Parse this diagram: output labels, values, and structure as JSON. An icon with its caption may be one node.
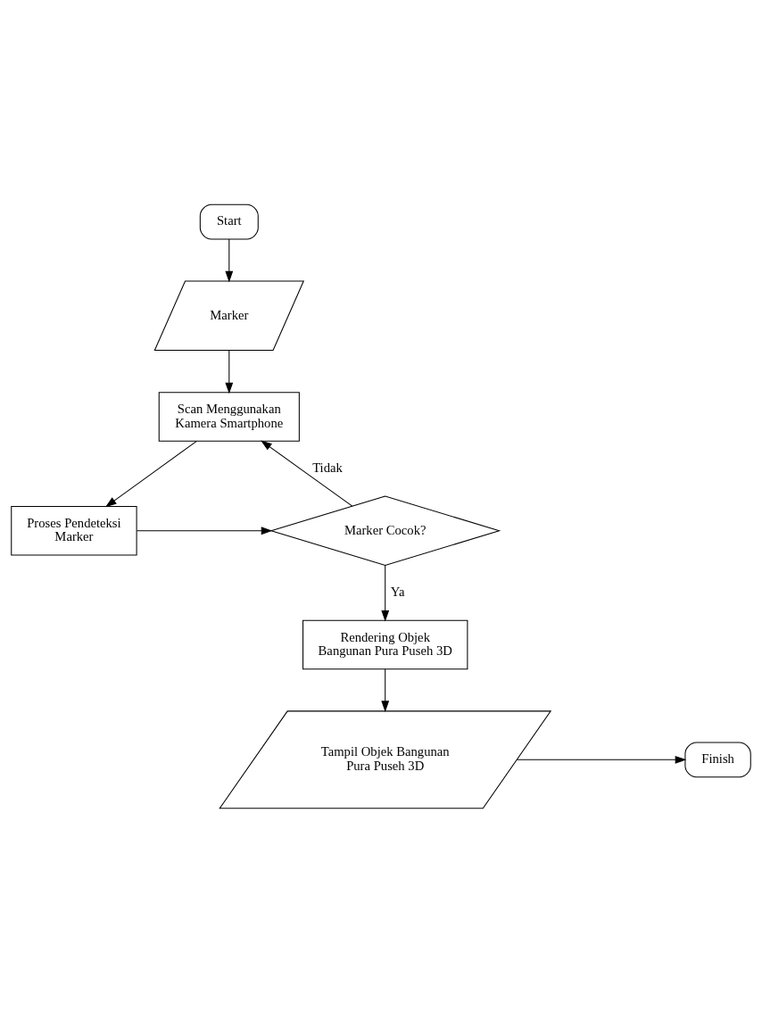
{
  "diagram": {
    "nodes": [
      {
        "text": [
          "Start"
        ]
      },
      {
        "text": [
          "Marker"
        ]
      },
      {
        "text": [
          "Scan Menggunakan Kamera Smartphone"
        ]
      },
      {
        "text": [
          "Proses Pendeteksi Marker"
        ]
      },
      {
        "text": [
          "Marker Cocok?"
        ]
      },
      {
        "text": [
          "Rendering Objek Bangunan Pura Puseh 3D"
        ]
      },
      {
        "text": [
          "Tampil Objek Bangunan Pura Puseh 3D"
        ]
      },
      {
        "text": [
          "Finish"
        ]
      }
    ],
    "edges": [
      {
        "from": 0,
        "to": 1,
        "arrow": "to"
      },
      {
        "from": 1,
        "to": 2,
        "arrow": "to"
      },
      {
        "from": 2,
        "to": 3,
        "arrow": "to"
      },
      {
        "from": 3,
        "to": 4,
        "arrow": "to"
      },
      {
        "from": 4,
        "to": 2,
        "arrow": "to",
        "label": "Tidak"
      },
      {
        "from": 4,
        "to": 5,
        "arrow": "to",
        "label": "Ya"
      },
      {
        "from": 5,
        "to": 6,
        "arrow": "to"
      },
      {
        "from": 6,
        "to": 7,
        "arrow": "to"
      }
    ]
  }
}
